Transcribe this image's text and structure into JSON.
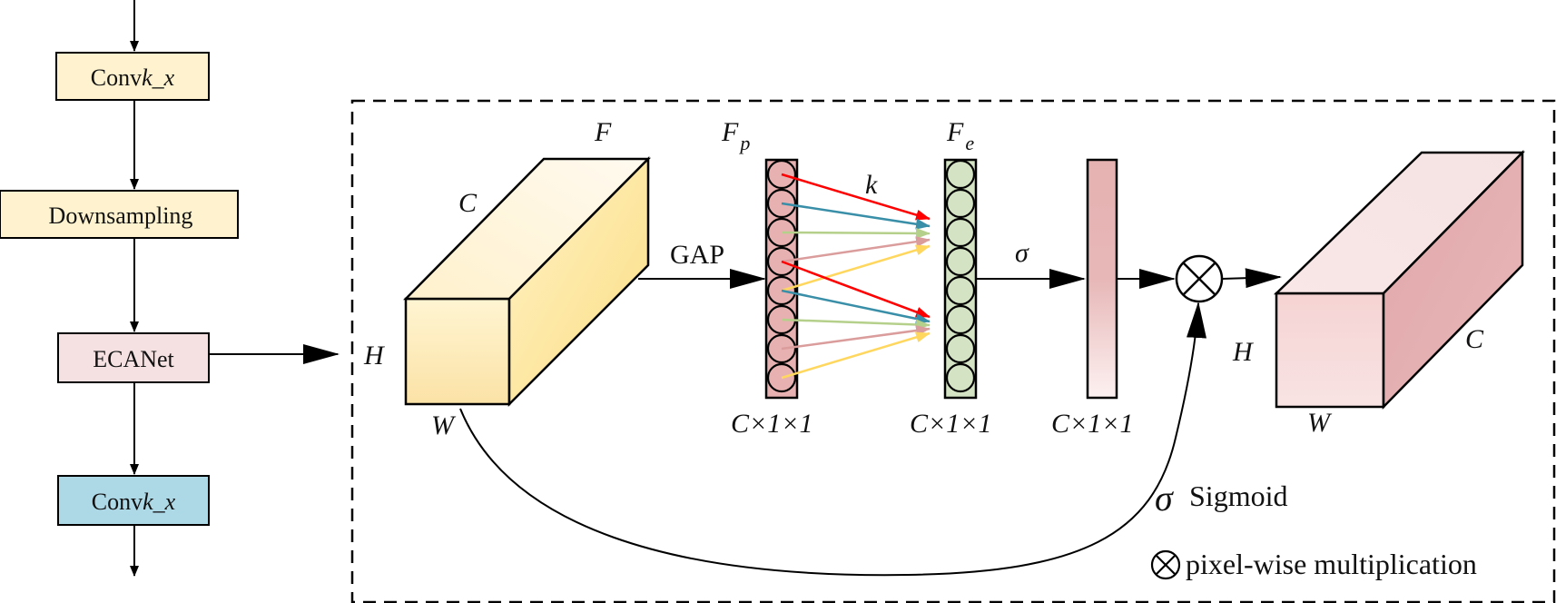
{
  "pipeline": {
    "conv_top": {
      "name": "Conv",
      "var": "k_x"
    },
    "downsampling": "Downsampling",
    "ecanet": "ECANet",
    "conv_bottom": {
      "name": "Conv",
      "var": "k_x"
    }
  },
  "module": {
    "input_block": {
      "label": "F",
      "c": "C",
      "h": "H",
      "w": "W"
    },
    "gap": "GAP",
    "fp": {
      "base": "F",
      "sub": "p",
      "dims": "C×1×1"
    },
    "kernel": "k",
    "fe": {
      "base": "F",
      "sub": "e",
      "dims": "C×1×1"
    },
    "sigma": "σ",
    "weights_dims": "C×1×1",
    "multiply_symbol": "⊗",
    "output_block": {
      "h": "H",
      "w": "W",
      "c": "C"
    }
  },
  "legend": {
    "sigma_symbol": "σ",
    "sigma_text": "Sigmoid",
    "mult_symbol": "⊗",
    "mult_text": "pixel-wise multiplication"
  },
  "colors": {
    "yellow_light": "#fff3cf",
    "pink_light": "#f5e1e1",
    "blue_light": "#add8e6",
    "node_pink": "#e8b1b1",
    "node_green": "#d3e3c3",
    "arrow_red": "#ff0000",
    "arrow_teal": "#3a8fa8",
    "arrow_green": "#b5d08a",
    "arrow_rose": "#db9c9c",
    "arrow_yellow": "#ffd75e"
  }
}
